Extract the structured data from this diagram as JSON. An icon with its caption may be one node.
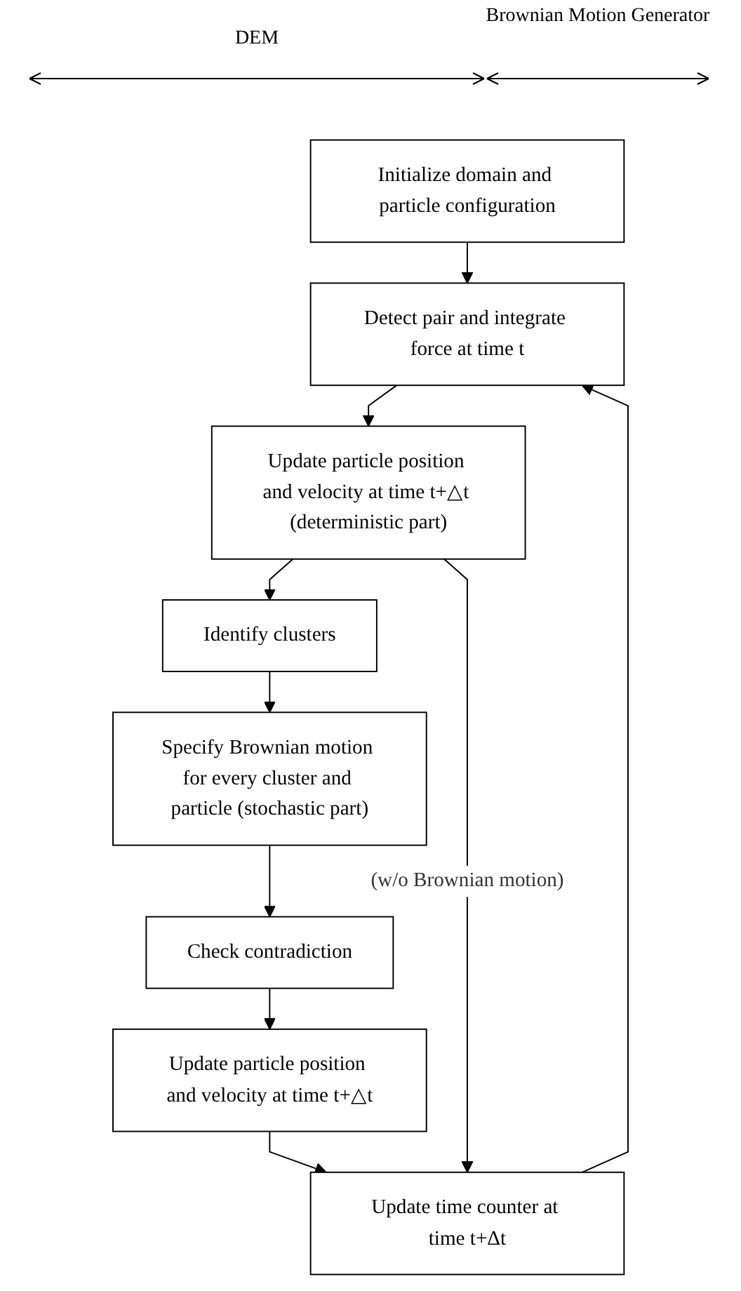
{
  "diagram": {
    "nodes": [
      {
        "text": [
          "Initialize domain and particle configuration"
        ]
      },
      {
        "text": [
          "Detect pair and integrate force at time t"
        ]
      },
      {
        "text": [
          "Update particle position and velocity at time t+△t (deterministic part)"
        ]
      },
      {
        "text": [
          "Identify clusters"
        ]
      },
      {
        "text": [
          "Specify Brownian motion for every cluster and particle (stochastic part)"
        ]
      },
      {
        "text": [
          "Check contradiction"
        ]
      },
      {
        "text": [
          "Update particle position and velocity at time t+△t"
        ]
      },
      {
        "text": [
          "Update time counter at time t+Δt"
        ]
      }
    ],
    "edges": [
      {
        "from": 0,
        "to": 1,
        "arrow": "to"
      },
      {
        "from": 1,
        "to": 2,
        "arrow": "to"
      },
      {
        "from": 2,
        "to": 3,
        "arrow": "to"
      },
      {
        "from": 3,
        "to": 4,
        "arrow": "to"
      },
      {
        "from": 4,
        "to": 5,
        "arrow": "to"
      },
      {
        "from": 5,
        "to": 6,
        "arrow": "to"
      },
      {
        "from": 6,
        "to": 7,
        "arrow": "to"
      },
      {
        "from": 2,
        "to": 7,
        "arrow": "to",
        "label": "(w/o Brownian motion)"
      },
      {
        "from": 7,
        "to": 1,
        "arrow": "to"
      }
    ],
    "labels": [
      "DEM",
      "Brownian Motion Generator"
    ]
  }
}
